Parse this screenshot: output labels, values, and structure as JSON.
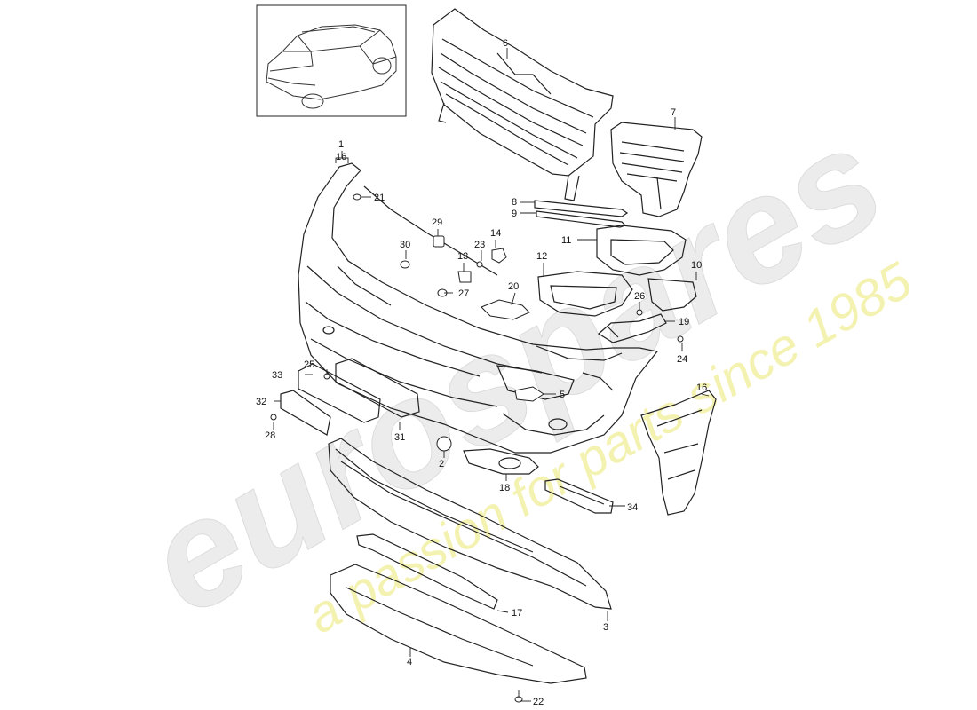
{
  "diagram": {
    "watermark": {
      "brand": "eurospares",
      "tagline": "a passion for parts since 1985",
      "brand_color": "#e6e6e6",
      "tagline_color": "#f3f1a6"
    },
    "line_color": "#1a1a1a",
    "callouts": {
      "c1": "1",
      "c16a": "16",
      "c21": "21",
      "c6": "6",
      "c7": "7",
      "c8": "8",
      "c9": "9",
      "c29": "29",
      "c30": "30",
      "c14": "14",
      "c23": "23",
      "c13": "13",
      "c11": "11",
      "c12": "12",
      "c10": "10",
      "c27": "27",
      "c20": "20",
      "c26": "26",
      "c19": "19",
      "c24": "24",
      "c25": "25",
      "c33": "33",
      "c5": "5",
      "c16b": "16",
      "c32": "32",
      "c28": "28",
      "c31": "31",
      "c2": "2",
      "c18": "18",
      "c34": "34",
      "c17": "17",
      "c3": "3",
      "c4": "4",
      "c22": "22"
    }
  }
}
